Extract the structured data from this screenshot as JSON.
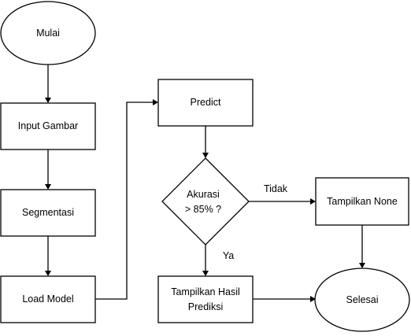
{
  "diagram": {
    "nodes": {
      "mulai": "Mulai",
      "input": "Input Gambar",
      "segmentasi": "Segmentasi",
      "load": "Load Model",
      "predict": "Predict",
      "akurasi_line1": "Akurasi",
      "akurasi_line2": "> 85% ?",
      "hasil_line1": "Tampilkan Hasil",
      "hasil_line2": "Prediksi",
      "none": "Tampilkan None",
      "selesai": "Selesai"
    },
    "edge_labels": {
      "tidak": "Tidak",
      "ya": "Ya"
    }
  }
}
